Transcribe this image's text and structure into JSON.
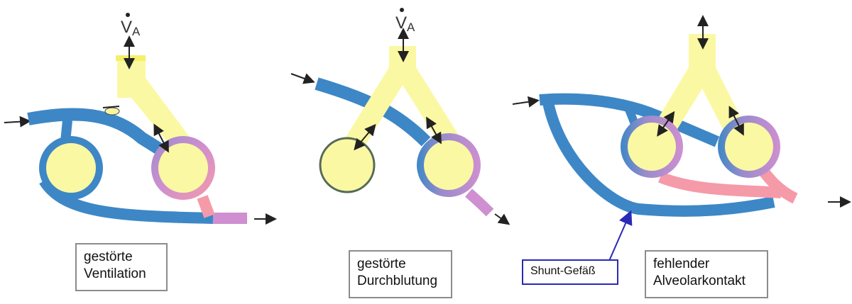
{
  "panels": [
    {
      "caption_line1": "gestörte",
      "caption_line2": "Ventilation"
    },
    {
      "caption_line1": "gestörte",
      "caption_line2": "Durchblutung"
    },
    {
      "caption_line1": "fehlender",
      "caption_line2": "Alveolarkontakt"
    }
  ],
  "va_symbol": {
    "main": "V",
    "sub": "A"
  },
  "shunt_label": "Shunt-Gefäß",
  "colors": {
    "venous_blue": "#3d87c6",
    "airway_yellow": "#fbf8a3",
    "arterial_pink": "#f59aa8",
    "mixed_violet": "#cf8fd0",
    "shunt_border": "#2a2ab8"
  }
}
